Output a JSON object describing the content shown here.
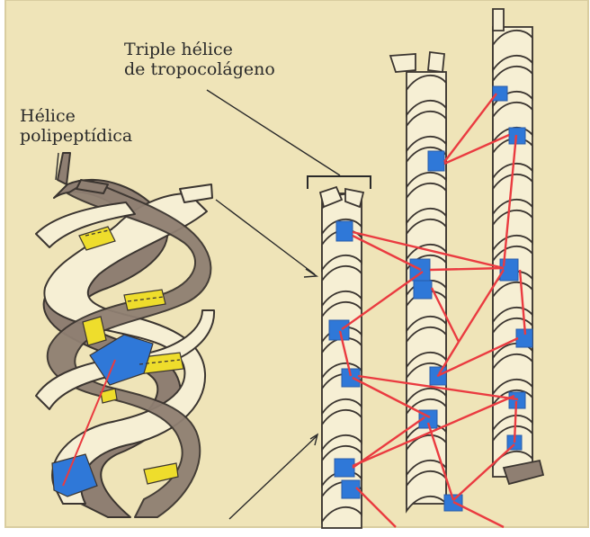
{
  "labels": {
    "triple_helix_line1": "Triple hélice",
    "triple_helix_line2": "de tropocolágeno",
    "polypeptide_line1": "Hélice",
    "polypeptide_line2": "polipeptídica"
  },
  "colors": {
    "background": "#efe4b8",
    "strand_dark": "#8f7f72",
    "strand_light": "#f6efd4",
    "outline": "#3b3530",
    "binding_site": "#2f78d8",
    "hydrogen_bond": "#eedd2c",
    "crosslink": "#ea3b40"
  }
}
